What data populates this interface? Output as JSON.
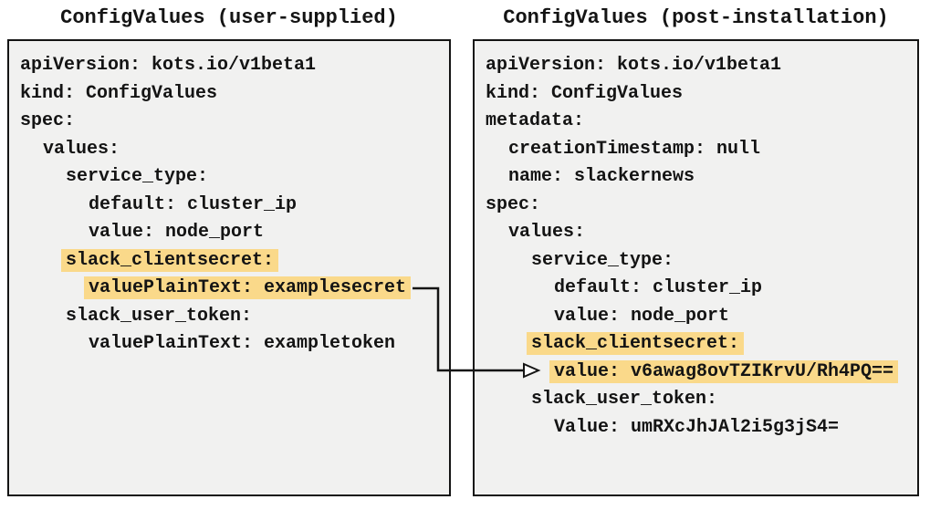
{
  "colors": {
    "highlight": "#fad98a",
    "box_background": "#f1f1f0",
    "border": "#141414",
    "text": "#141414"
  },
  "panels": [
    {
      "id": "user-supplied",
      "title": "ConfigValues (user-supplied)",
      "lines": [
        {
          "indent": 0,
          "text": "apiVersion: kots.io/v1beta1",
          "highlight": false
        },
        {
          "indent": 0,
          "text": "kind: ConfigValues",
          "highlight": false
        },
        {
          "indent": 0,
          "text": "spec:",
          "highlight": false
        },
        {
          "indent": 1,
          "text": "values:",
          "highlight": false
        },
        {
          "indent": 2,
          "text": "service_type:",
          "highlight": false
        },
        {
          "indent": 3,
          "text": "default: cluster_ip",
          "highlight": false
        },
        {
          "indent": 3,
          "text": "value: node_port",
          "highlight": false
        },
        {
          "indent": 2,
          "text": "slack_clientsecret:",
          "highlight": true
        },
        {
          "indent": 3,
          "text": "valuePlainText: examplesecret",
          "highlight": true
        },
        {
          "indent": 2,
          "text": "slack_user_token:",
          "highlight": false
        },
        {
          "indent": 3,
          "text": "valuePlainText: exampletoken",
          "highlight": false
        }
      ]
    },
    {
      "id": "post-installation",
      "title": "ConfigValues (post-installation)",
      "lines": [
        {
          "indent": 0,
          "text": "apiVersion: kots.io/v1beta1",
          "highlight": false
        },
        {
          "indent": 0,
          "text": "kind: ConfigValues",
          "highlight": false
        },
        {
          "indent": 0,
          "text": "metadata:",
          "highlight": false
        },
        {
          "indent": 1,
          "text": "creationTimestamp: null",
          "highlight": false
        },
        {
          "indent": 1,
          "text": "name: slackernews",
          "highlight": false
        },
        {
          "indent": 0,
          "text": "spec:",
          "highlight": false
        },
        {
          "indent": 1,
          "text": "values:",
          "highlight": false
        },
        {
          "indent": 2,
          "text": "service_type:",
          "highlight": false
        },
        {
          "indent": 3,
          "text": "default: cluster_ip",
          "highlight": false
        },
        {
          "indent": 3,
          "text": "value: node_port",
          "highlight": false
        },
        {
          "indent": 2,
          "text": "slack_clientsecret:",
          "highlight": true
        },
        {
          "indent": 3,
          "text": "value: v6awag8ovTZIKrvU/Rh4PQ==",
          "highlight": true
        },
        {
          "indent": 2,
          "text": "slack_user_token:",
          "highlight": false
        },
        {
          "indent": 3,
          "text": "Value: umRXcJhJAl2i5g3jS4=",
          "highlight": false
        }
      ]
    }
  ]
}
